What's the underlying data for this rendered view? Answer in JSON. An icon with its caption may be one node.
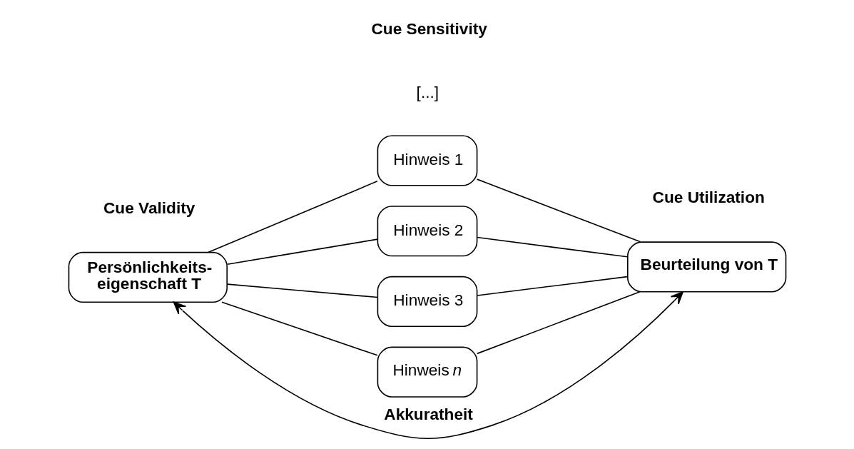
{
  "diagram": {
    "nodes": [
      {
        "text": [
          "Persönlichkeits- eigenschaft T"
        ]
      },
      {
        "text": [
          "Hinweis 1"
        ]
      },
      {
        "text": [
          "Hinweis 2"
        ]
      },
      {
        "text": [
          "Hinweis 3"
        ]
      },
      {
        "text": [
          "Hinweis *n*"
        ]
      },
      {
        "text": [
          "Beurteilung von T"
        ]
      }
    ],
    "edges": [
      {
        "from": 0,
        "to": 5,
        "arrow": "both",
        "label": "Akkuratheit"
      },
      {
        "from": 0,
        "to": 1,
        "arrow": "none"
      },
      {
        "from": 0,
        "to": 2,
        "arrow": "none"
      },
      {
        "from": 0,
        "to": 3,
        "arrow": "none"
      },
      {
        "from": 0,
        "to": 4,
        "arrow": "none"
      },
      {
        "from": 1,
        "to": 5,
        "arrow": "none"
      },
      {
        "from": 2,
        "to": 5,
        "arrow": "none"
      },
      {
        "from": 3,
        "to": 5,
        "arrow": "none"
      },
      {
        "from": 4,
        "to": 5,
        "arrow": "none"
      }
    ],
    "labels": [
      "[...]",
      "Cue Validity",
      "Cue Utilization",
      "Cue Sensitivity"
    ]
  }
}
